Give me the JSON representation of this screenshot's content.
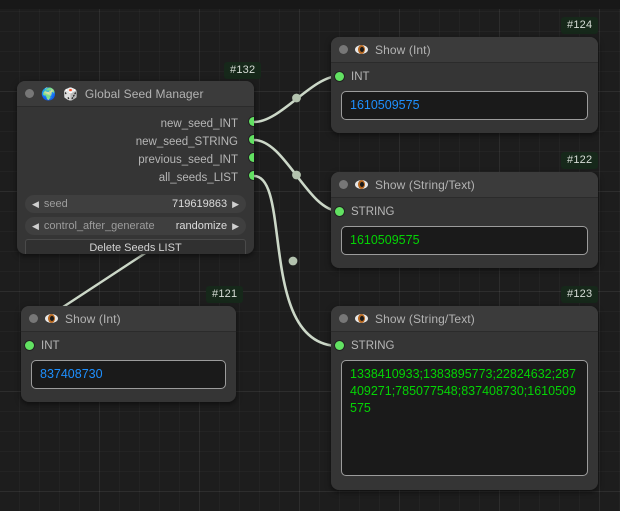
{
  "canvas": {
    "grid": true,
    "bg_color": "#1d1d1d"
  },
  "colors": {
    "port_green": "#62e162",
    "int_value": "#1e90ff",
    "string_value": "#04d404",
    "badge_bg": "#16281a",
    "link": "#ccd8c8"
  },
  "nodes": [
    {
      "id": "#132",
      "title": "Global Seed Manager",
      "icons": [
        "globe-icon",
        "dice-icon"
      ],
      "outputs": [
        {
          "label": "new_seed_INT"
        },
        {
          "label": "new_seed_STRING"
        },
        {
          "label": "previous_seed_INT"
        },
        {
          "label": "all_seeds_LIST"
        }
      ],
      "widgets": [
        {
          "name": "seed",
          "value": "719619863",
          "left_arrow": "◀",
          "right_arrow": "▶"
        },
        {
          "name": "control_after_generate",
          "value": "randomize",
          "left_arrow": "◀",
          "right_arrow": "▶"
        }
      ],
      "button": "Delete Seeds LIST"
    },
    {
      "id": "#124",
      "title": "Show (Int)",
      "icons": [
        "eye-icon"
      ],
      "input_label": "INT",
      "value": "1610509575",
      "value_type": "int"
    },
    {
      "id": "#122",
      "title": "Show (String/Text)",
      "icons": [
        "eye-icon"
      ],
      "input_label": "STRING",
      "value": "1610509575",
      "value_type": "string"
    },
    {
      "id": "#121",
      "title": "Show (Int)",
      "icons": [
        "eye-icon"
      ],
      "input_label": "INT",
      "value": "837408730",
      "value_type": "int"
    },
    {
      "id": "#123",
      "title": "Show (String/Text)",
      "icons": [
        "eye-icon"
      ],
      "input_label": "STRING",
      "value": "1338410933;1383895773;22824632;287409271;785077548;837408730;1610509575",
      "value_type": "string"
    }
  ]
}
